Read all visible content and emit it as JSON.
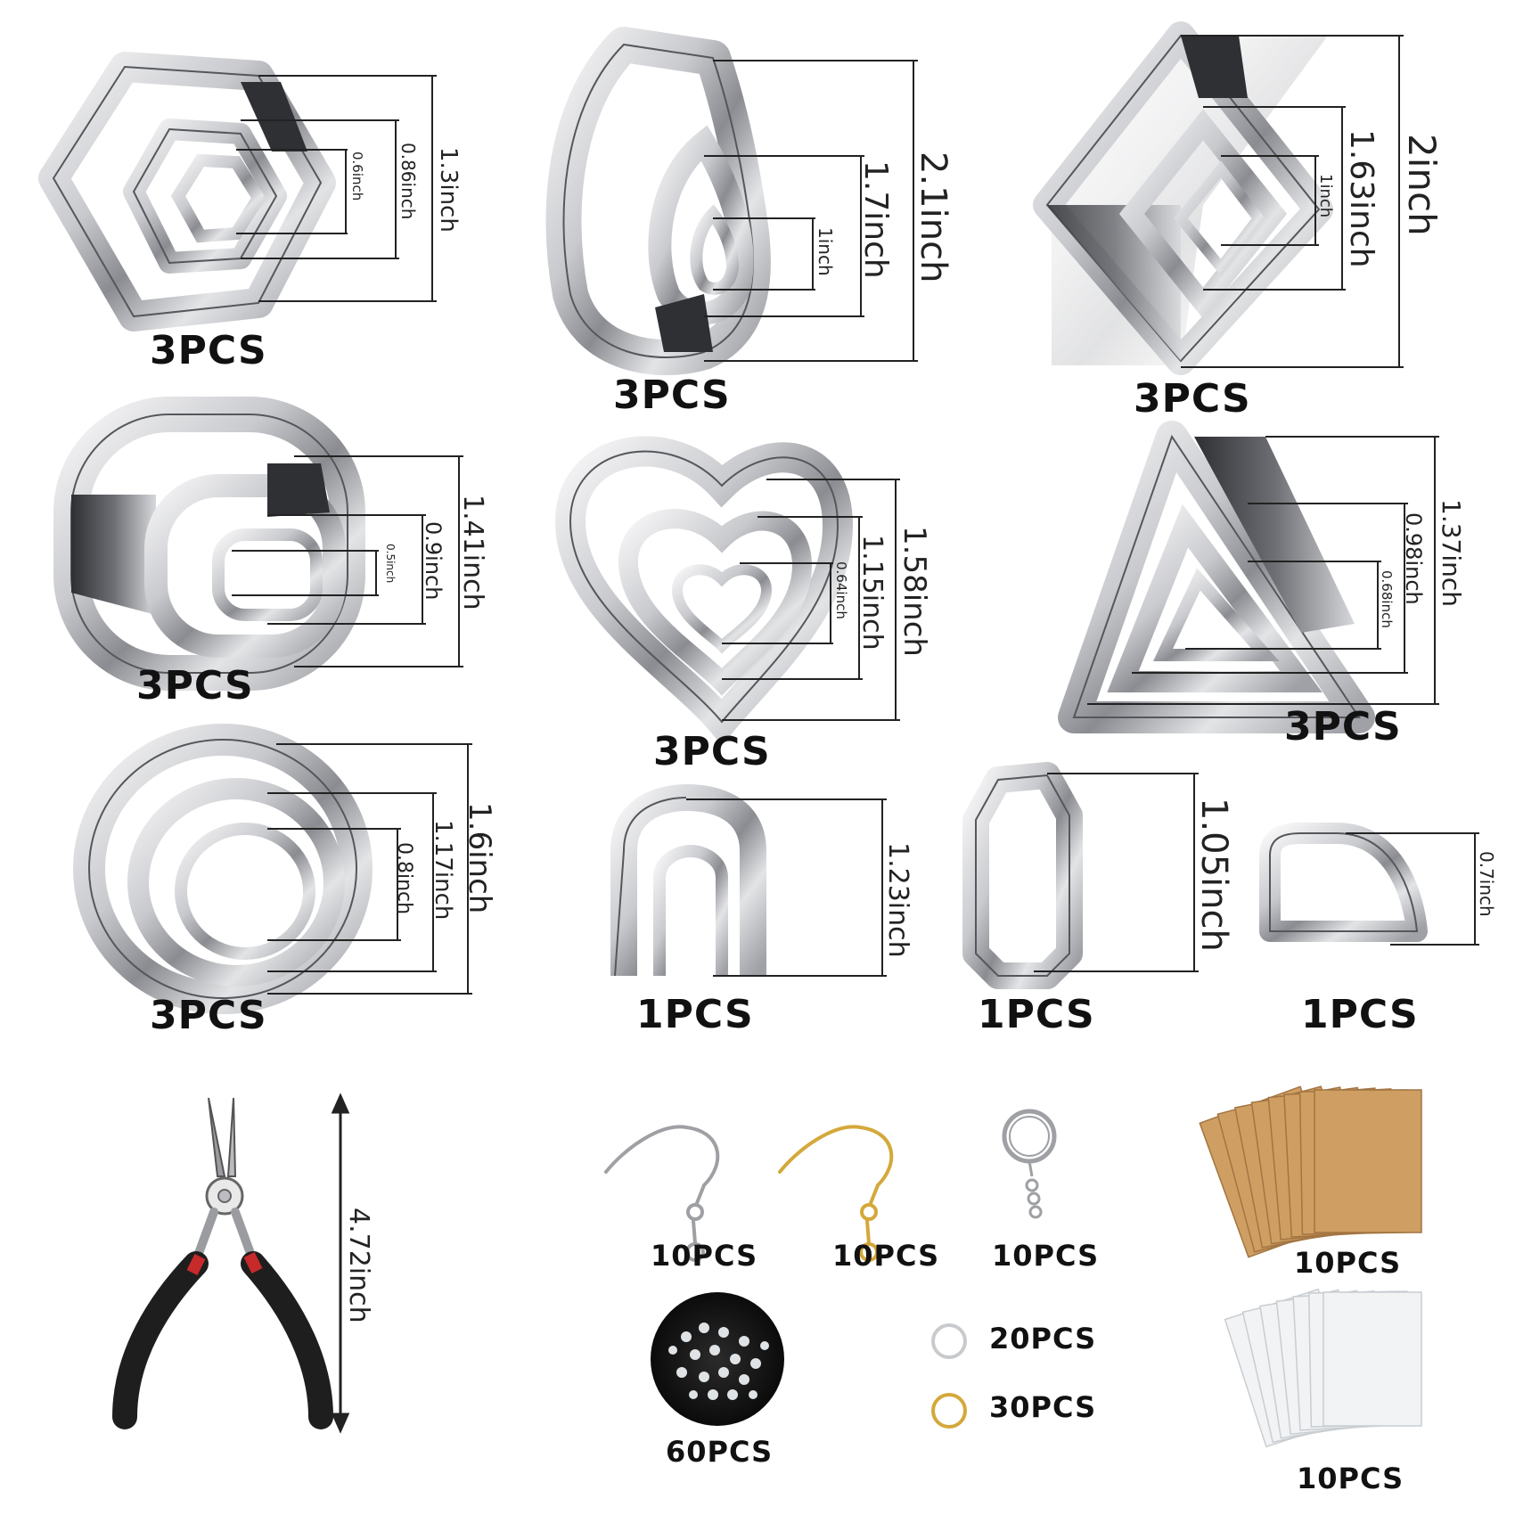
{
  "items": [
    {
      "shape": "hexagon",
      "qty": "3PCS",
      "dims": [
        "1.3inch",
        "0.86inch",
        "0.6inch"
      ]
    },
    {
      "shape": "teardrop",
      "qty": "3PCS",
      "dims": [
        "2.1inch",
        "1.7inch",
        "1inch"
      ]
    },
    {
      "shape": "rhombus",
      "qty": "3PCS",
      "dims": [
        "2inch",
        "1.63inch",
        "1inch"
      ]
    },
    {
      "shape": "rounded-square",
      "qty": "3PCS",
      "dims": [
        "1.41inch",
        "0.9inch",
        "0.5inch"
      ]
    },
    {
      "shape": "heart",
      "qty": "3PCS",
      "dims": [
        "1.58inch",
        "1.15inch",
        "0.64inch"
      ]
    },
    {
      "shape": "triangle",
      "qty": "3PCS",
      "dims": [
        "1.37inch",
        "0.98inch",
        "0.68inch"
      ]
    },
    {
      "shape": "circle",
      "qty": "3PCS",
      "dims": [
        "1.6inch",
        "1.17inch",
        "0.8inch"
      ]
    },
    {
      "shape": "arch",
      "qty": "1PCS",
      "dims": [
        "1.23inch"
      ]
    },
    {
      "shape": "rectangle",
      "qty": "1PCS",
      "dims": [
        "1.05inch"
      ]
    },
    {
      "shape": "half-circle",
      "qty": "1PCS",
      "dims": [
        "0.7inch"
      ]
    }
  ],
  "accessories": {
    "pliers": {
      "dim": "4.72inch"
    },
    "silver_hooks": {
      "qty": "10PCS"
    },
    "gold_hooks": {
      "qty": "10PCS"
    },
    "key_rings": {
      "qty": "10PCS"
    },
    "cards": {
      "qty": "10PCS"
    },
    "backs": {
      "qty": "60PCS"
    },
    "silver_rings": {
      "qty": "20PCS"
    },
    "gold_rings": {
      "qty": "30PCS"
    },
    "bags": {
      "qty": "10PCS"
    }
  },
  "colors": {
    "steel_light": "#e8e8ea",
    "steel_mid": "#a9abb0",
    "steel_dark": "#3a3b3f",
    "gold": "#d4a83a",
    "kraft": "#cf9e62",
    "handle": "#1e1e1e",
    "handle_accent": "#c62a2a"
  }
}
